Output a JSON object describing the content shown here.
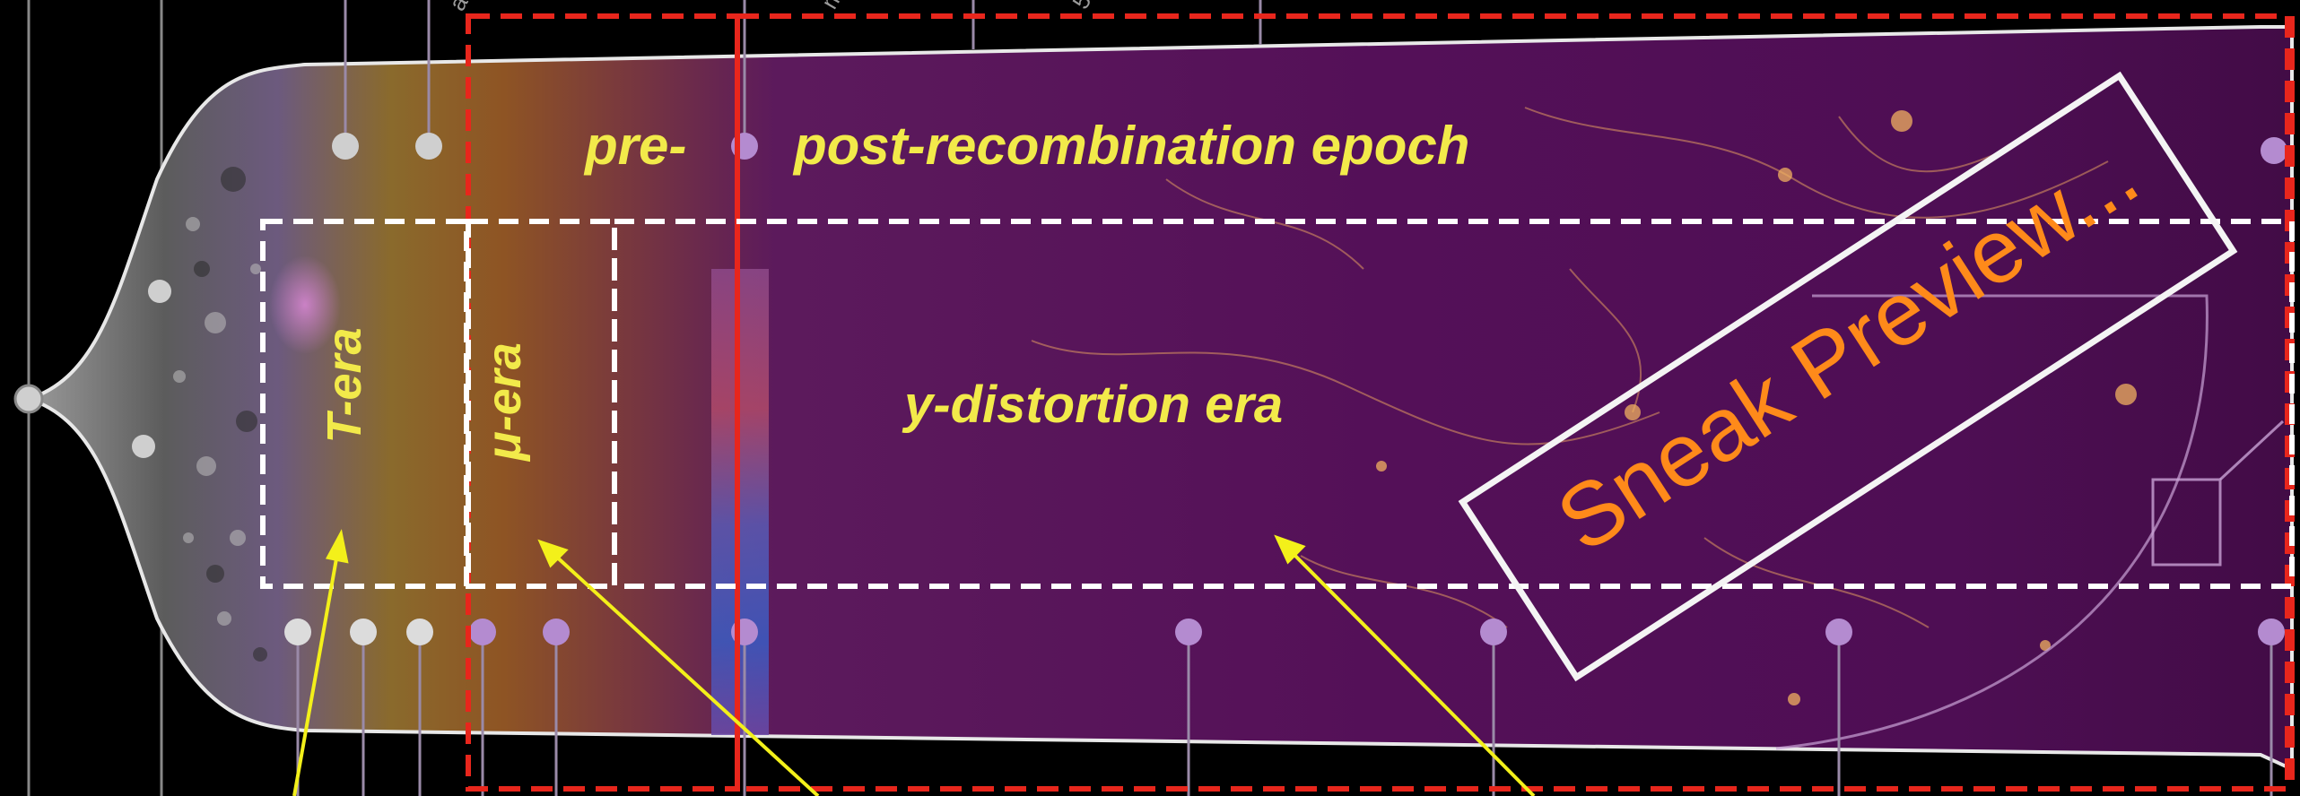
{
  "labels": {
    "pre_recombination": "pre-",
    "post_recombination": "post-recombination epoch",
    "t_era": "T-era",
    "mu_era": "μ-era",
    "y_era": "y-distortion era",
    "sneak_preview": "Sneak Preview..."
  },
  "colors": {
    "label_yellow": "#f2ea4a",
    "sneak_orange": "#ff8a1a",
    "boundary_red": "#e8261c",
    "boundary_white": "#ffffff",
    "arrow_yellow": "#f3f01a",
    "cosmic_purple": "#5c1560",
    "cmb_band": "#3a5cc4"
  }
}
